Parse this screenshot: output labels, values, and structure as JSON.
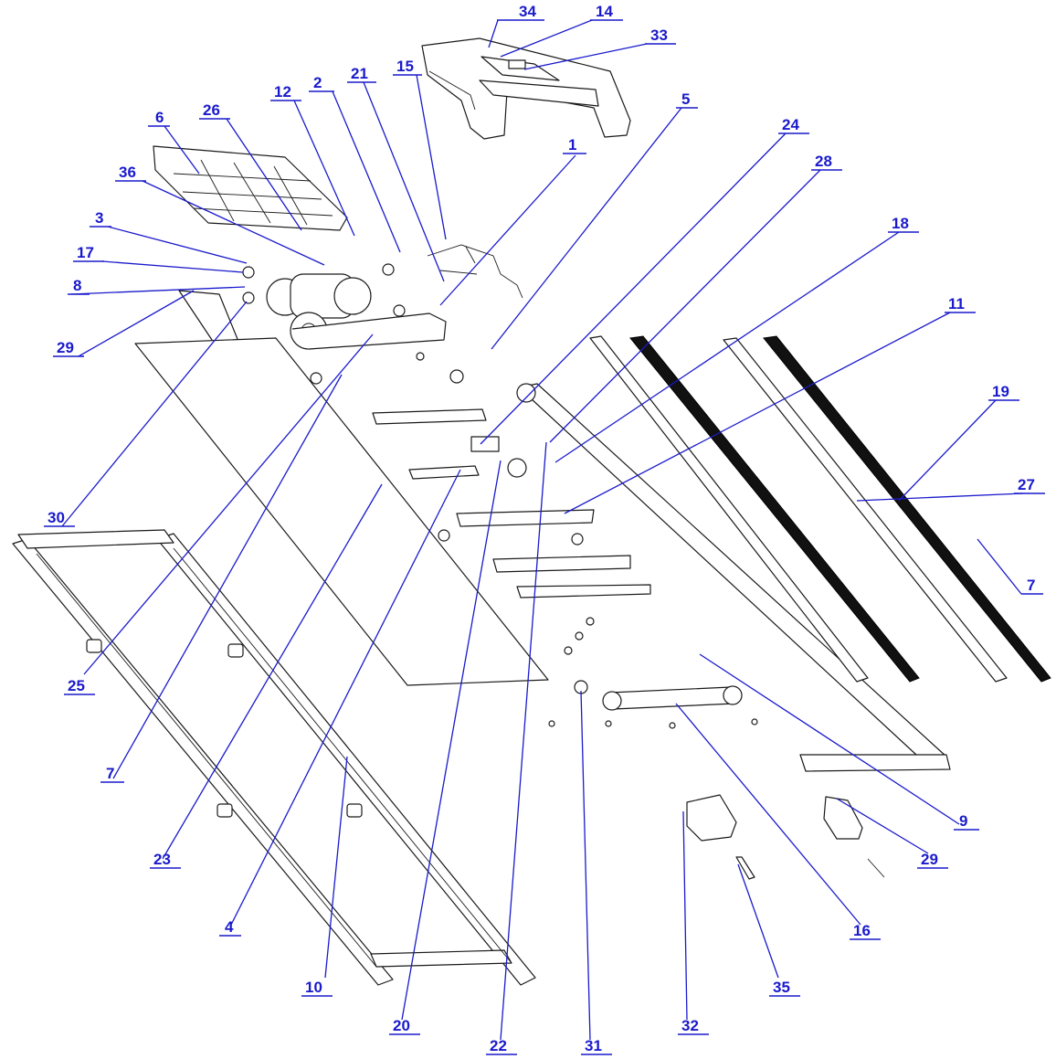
{
  "colors": {
    "callout": "#1a1acc",
    "line": "#1a1a1a",
    "belt": "#111111",
    "background": "#ffffff"
  },
  "callouts": [
    {
      "id": "c34",
      "label": "34"
    },
    {
      "id": "c14",
      "label": "14"
    },
    {
      "id": "c33",
      "label": "33"
    },
    {
      "id": "c15",
      "label": "15"
    },
    {
      "id": "c21",
      "label": "21"
    },
    {
      "id": "c2",
      "label": "2"
    },
    {
      "id": "c12",
      "label": "12"
    },
    {
      "id": "c26",
      "label": "26"
    },
    {
      "id": "c6",
      "label": "6"
    },
    {
      "id": "c36",
      "label": "36"
    },
    {
      "id": "c3",
      "label": "3"
    },
    {
      "id": "c17",
      "label": "17"
    },
    {
      "id": "c8",
      "label": "8"
    },
    {
      "id": "c29a",
      "label": "29"
    },
    {
      "id": "c5",
      "label": "5"
    },
    {
      "id": "c1",
      "label": "1"
    },
    {
      "id": "c24",
      "label": "24"
    },
    {
      "id": "c28",
      "label": "28"
    },
    {
      "id": "c18",
      "label": "18"
    },
    {
      "id": "c11",
      "label": "11"
    },
    {
      "id": "c19",
      "label": "19"
    },
    {
      "id": "c27",
      "label": "27"
    },
    {
      "id": "c7a",
      "label": "7"
    },
    {
      "id": "c30",
      "label": "30"
    },
    {
      "id": "c25",
      "label": "25"
    },
    {
      "id": "c7b",
      "label": "7"
    },
    {
      "id": "c23",
      "label": "23"
    },
    {
      "id": "c4",
      "label": "4"
    },
    {
      "id": "c10",
      "label": "10"
    },
    {
      "id": "c20",
      "label": "20"
    },
    {
      "id": "c22",
      "label": "22"
    },
    {
      "id": "c31",
      "label": "31"
    },
    {
      "id": "c32",
      "label": "32"
    },
    {
      "id": "c35",
      "label": "35"
    },
    {
      "id": "c16",
      "label": "16"
    },
    {
      "id": "c29b",
      "label": "29"
    },
    {
      "id": "c9",
      "label": "9"
    }
  ]
}
